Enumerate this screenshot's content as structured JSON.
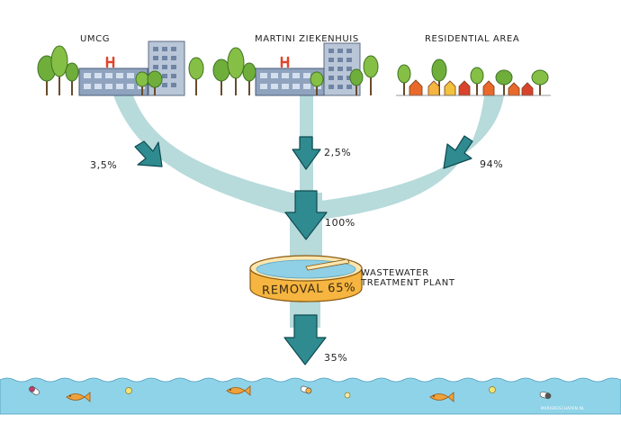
{
  "sources": [
    {
      "name": "UMCG",
      "share": "3,5%"
    },
    {
      "name": "MARTINI ZIEKENHUIS",
      "share": "2,5%"
    },
    {
      "name": "RESIDENTIAL AREA",
      "share": "94%"
    }
  ],
  "combined": {
    "share": "100%"
  },
  "treatment_plant": {
    "label": "WASTEWATER TREATMENT PLANT",
    "tank_text": "REMOVAL 65%"
  },
  "outflow": {
    "share": "35%"
  },
  "credit": "MARIEKESCHAPEN.NL",
  "colors": {
    "flow_band": "#b7dadb",
    "arrow_fill": "#2f8b90",
    "arrow_stroke": "#0f4b50",
    "tank_body": "#f5b540",
    "tank_water": "#8fd0e6",
    "water": "#8fd3e8",
    "tree": "#6fae3b",
    "building": "#8fa3bf",
    "hospital_sign": "#e0452c",
    "roof_colors": [
      "#f5b540",
      "#e8692a",
      "#d8432c",
      "#f1c23d"
    ]
  },
  "icons": [
    "hospital-building-icon",
    "office-tower-icon",
    "tree-icon",
    "house-icon",
    "fish-icon",
    "pill-icon"
  ]
}
